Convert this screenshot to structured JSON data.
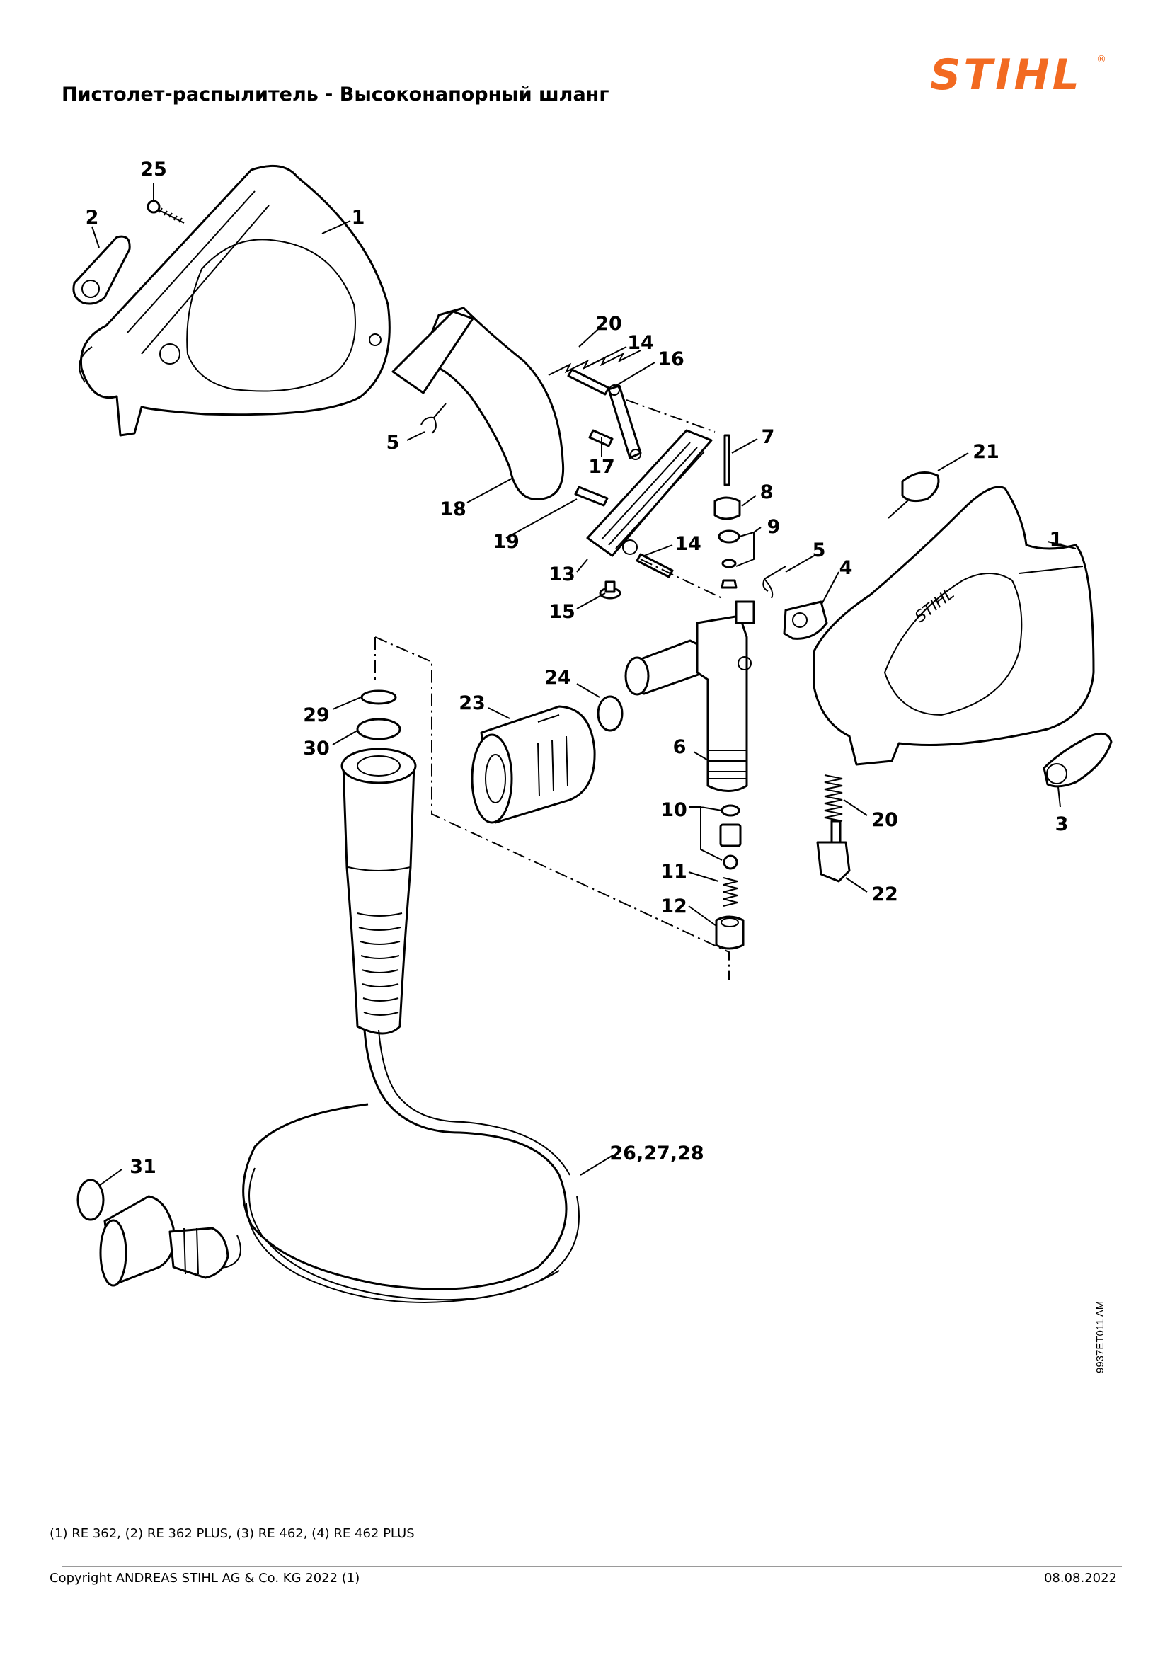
{
  "page": {
    "title": "Пистолет-распылитель - Высоконапорный шланг",
    "brand": "STIHL",
    "registered_mark": "®",
    "ref_code": "9937ET011 AM",
    "footnote": "(1) RE 362, (2) RE 362 PLUS, (3) RE 462, (4) RE 462 PLUS",
    "copyright": "Copyright ANDREAS STIHL AG & Co. KG 2022 (1)",
    "date": "08.08.2022"
  },
  "colors": {
    "brand": "#f26a21",
    "rule": "#9a9a9a",
    "line": "#000000"
  },
  "callouts": {
    "c25": "25",
    "c2": "2",
    "c1a": "1",
    "c20a": "20",
    "c14a": "14",
    "c16": "16",
    "c5a": "5",
    "c17": "17",
    "c18": "18",
    "c19": "19",
    "c7": "7",
    "c21": "21",
    "c8": "8",
    "c9": "9",
    "c13": "13",
    "c14b": "14",
    "c15": "15",
    "c5b": "5",
    "c4": "4",
    "c1b": "1",
    "c24": "24",
    "c23": "23",
    "c29": "29",
    "c30": "30",
    "c6": "6",
    "c10": "10",
    "c11": "11",
    "c12": "12",
    "c20b": "20",
    "c3": "3",
    "c22": "22",
    "c31": "31",
    "c26": "26,27,28"
  }
}
